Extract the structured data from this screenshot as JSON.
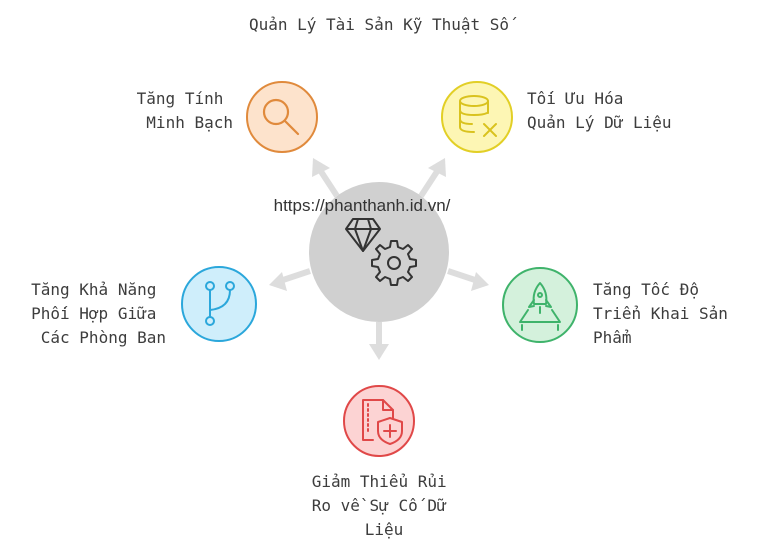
{
  "title": "Quản Lý Tài Sản Kỹ Thuật Số",
  "watermark": "https://phanthanh.id.vn/",
  "center": {
    "icons": [
      "diamond-icon",
      "gear-icon"
    ],
    "color": "#d0d0d0"
  },
  "nodes": [
    {
      "id": "transparency",
      "lines": [
        "Tăng Tính",
        "Minh Bạch"
      ],
      "icon": "magnifier-icon",
      "fill": "#fde3cc",
      "stroke": "#e08a3c"
    },
    {
      "id": "data-management",
      "lines": [
        "Tối Ưu Hóa",
        "Quản Lý Dữ Liệu"
      ],
      "icon": "database-x-icon",
      "fill": "#fdf6b4",
      "stroke": "#e2cf26"
    },
    {
      "id": "deployment",
      "lines": [
        "Tăng Tốc Độ",
        "Triển Khai Sản",
        "Phẩm"
      ],
      "icon": "rocket-icon",
      "fill": "#d4f1dc",
      "stroke": "#3fb36b"
    },
    {
      "id": "risk",
      "lines": [
        "Giảm Thiểu Rủi",
        "Ro về Sự Cố Dữ",
        "Liệu"
      ],
      "icon": "file-shield-icon",
      "fill": "#fcd3d3",
      "stroke": "#e04848"
    },
    {
      "id": "collaboration",
      "lines": [
        "Tăng Khả Năng",
        "Phối Hợp Giữa",
        "Các Phòng Ban"
      ],
      "icon": "git-branch-icon",
      "fill": "#cfeefb",
      "stroke": "#2ba7db"
    }
  ]
}
